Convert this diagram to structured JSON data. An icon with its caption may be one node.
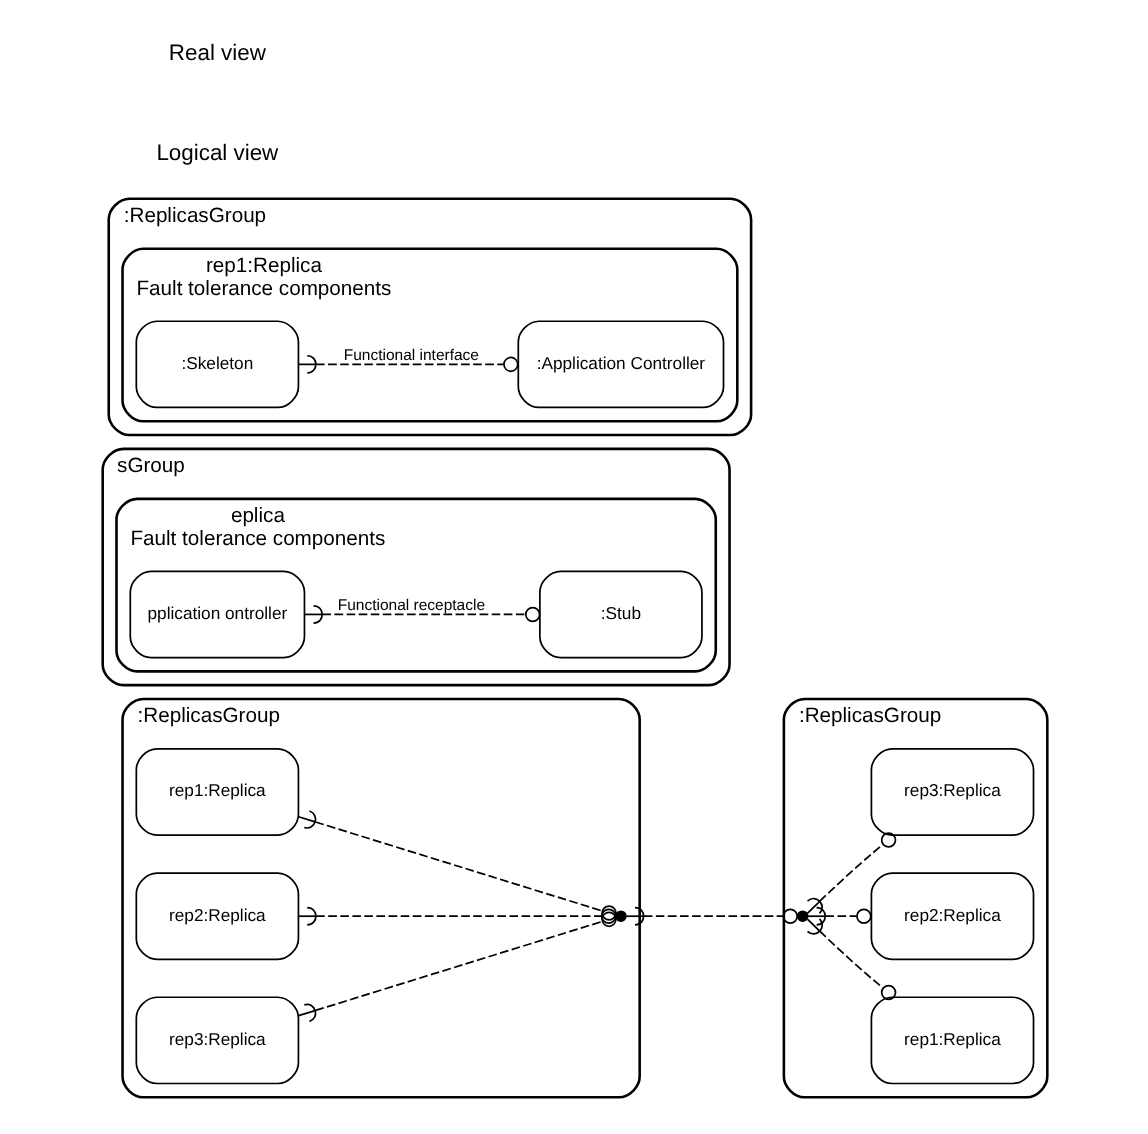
{
  "diagram": {
    "nodes": [
      {
        "text": [
          ":ReplicasGroup"
        ]
      },
      {
        "text": [
          "rep1:Replica"
        ],
        "in": 0
      },
      {
        "text": [
          "rep2:Replica"
        ],
        "in": 0
      },
      {
        "text": [
          "rep3:Replica"
        ],
        "in": 0
      },
      {
        "text": [
          ":ReplicasGroup"
        ]
      },
      {
        "text": [
          "rep1:Replica"
        ],
        "in": 4
      },
      {
        "text": [
          "rep2:Replica"
        ],
        "in": 4
      },
      {
        "text": [
          "rep3:Replica"
        ],
        "in": 4
      },
      {
        "text": [],
        "shape": "point",
        "in": 0
      },
      {
        "text": [],
        "shape": "point",
        "in": 4
      },
      {
        "text": [
          "sGroup"
        ]
      },
      {
        "text": [
          "eplica",
          "Fault tolerance components"
        ],
        "in": 10
      },
      {
        "text": [
          "pplication ontroller"
        ],
        "in": 11
      },
      {
        "text": [
          ":Stub"
        ],
        "in": 11
      },
      {
        "text": [
          ":ReplicasGroup"
        ]
      },
      {
        "text": [
          "rep1:Replica",
          "Fault tolerance components"
        ],
        "in": 14
      },
      {
        "text": [
          ":Skeleton"
        ],
        "in": 15
      },
      {
        "text": [
          ":Application Controller"
        ],
        "in": 15
      }
    ],
    "edges": [
      {
        "from": 1,
        "to": 8,
        "arrow": "other",
        "style": "dashed"
      },
      {
        "from": 2,
        "to": 8,
        "arrow": "other",
        "style": "dashed"
      },
      {
        "from": 3,
        "to": 8,
        "arrow": "other",
        "style": "dashed"
      },
      {
        "from": 8,
        "to": 9,
        "arrow": "other",
        "style": "dashed"
      },
      {
        "from": 9,
        "to": 5,
        "arrow": "other",
        "style": "dashed"
      },
      {
        "from": 9,
        "to": 6,
        "arrow": "other",
        "style": "dashed"
      },
      {
        "from": 9,
        "to": 7,
        "arrow": "other",
        "style": "dashed"
      },
      {
        "from": 12,
        "to": 13,
        "arrow": "other",
        "style": "dashed",
        "label": "Functional receptacle"
      },
      {
        "from": 16,
        "to": 17,
        "arrow": "other",
        "style": "dashed",
        "label": "Functional interface"
      }
    ],
    "labels": [
      "Logical view",
      "Real view"
    ]
  }
}
